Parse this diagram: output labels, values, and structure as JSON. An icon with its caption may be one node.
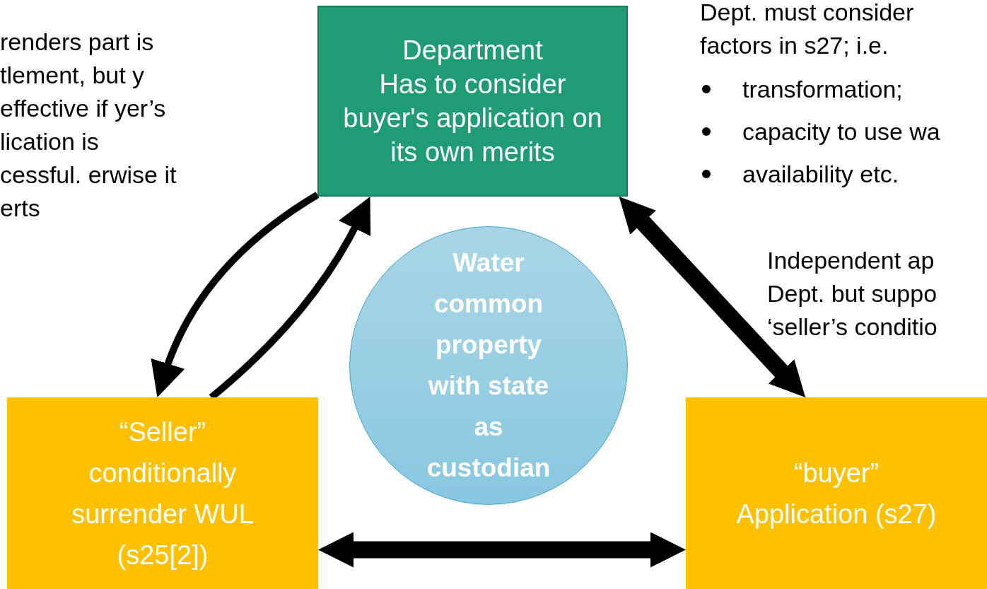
{
  "diagram": {
    "nodes": [
      {
        "text": [
          "Department",
          "Has to consider buyer's application on its own merits"
        ]
      },
      {
        "text": [
          "Water common property with state as custodian"
        ]
      },
      {
        "text": [
          "“Seller”",
          "conditionally surrender WUL (s25[2])"
        ]
      },
      {
        "text": [
          "“buyer”",
          "Application (s27)"
        ]
      }
    ],
    "edges": [
      {
        "from": 0,
        "to": 2,
        "arrow": "to"
      },
      {
        "from": 2,
        "to": 0,
        "arrow": "to"
      },
      {
        "from": 0,
        "to": 3,
        "arrow": "both",
        "style": "thick"
      },
      {
        "from": 2,
        "to": 3,
        "arrow": "both",
        "style": "thick"
      }
    ],
    "labels": [
      "renders part is tlement, but y effective if yer’s lication is cessful. erwise it erts",
      "Dept. must consider factors in s27; i.e.",
      "transformation;",
      "capacity to use wa",
      "availability etc.",
      "Independent ap Dept. but suppo ‘seller’s conditio"
    ]
  }
}
